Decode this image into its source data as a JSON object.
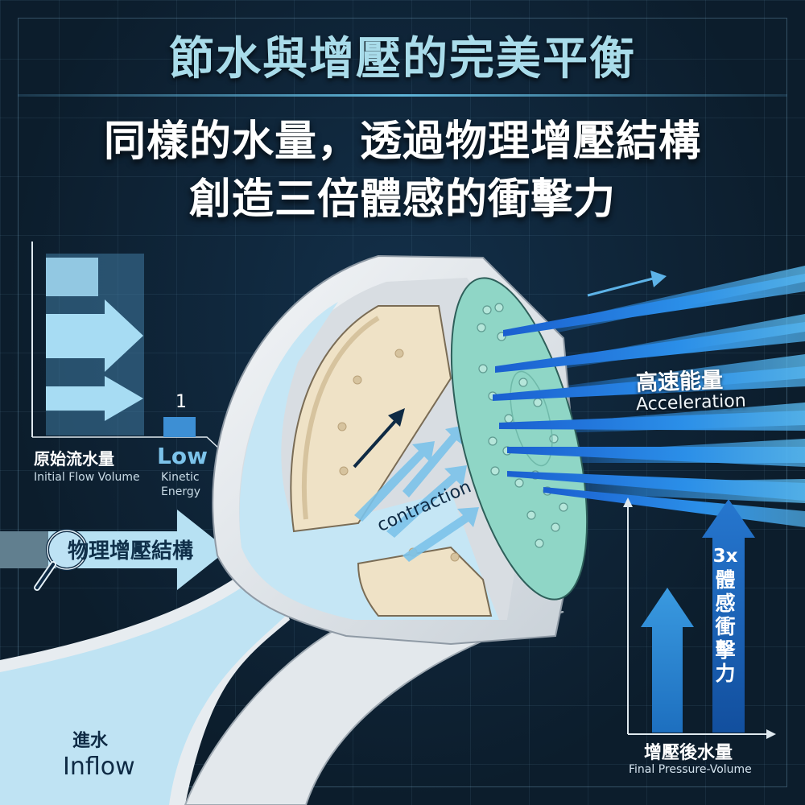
{
  "title": "節水與增壓的完美平衡",
  "subtitle": {
    "line1": "同樣的水量，透過物理增壓結構",
    "line2": "創造三倍體感的衝擊力"
  },
  "left_chart": {
    "label_zh": "原始流水量",
    "label_en": "Initial Flow Volume",
    "bar_value": "1",
    "energy_level": "Low",
    "energy_label": "Kinetic\nEnergy"
  },
  "structure_callout": {
    "label": "物理增壓結構",
    "icon": "magnifier-icon"
  },
  "diagram": {
    "contraction_label": "contraction",
    "inflow_zh": "進水",
    "inflow_en": "Inflow"
  },
  "acceleration": {
    "label_zh": "高速能量",
    "label_en": "Acceleration"
  },
  "right_chart": {
    "multiplier": "3x",
    "vertical_label": "體感衝擊力",
    "label_zh": "增壓後水量",
    "label_en": "Final Pressure-Volume"
  },
  "colors": {
    "background": "#0c1d2c",
    "title": "#a9dcea",
    "water_light": "#bfe3f3",
    "water_arrow": "#7cc3ea",
    "nozzle_plate": "#8fd6c6",
    "inner_chamber": "#efe2c6",
    "jet_blue": "#1e6fd9",
    "arrow_mid": "#2d8ad6",
    "arrow_dark": "#1459b0"
  }
}
